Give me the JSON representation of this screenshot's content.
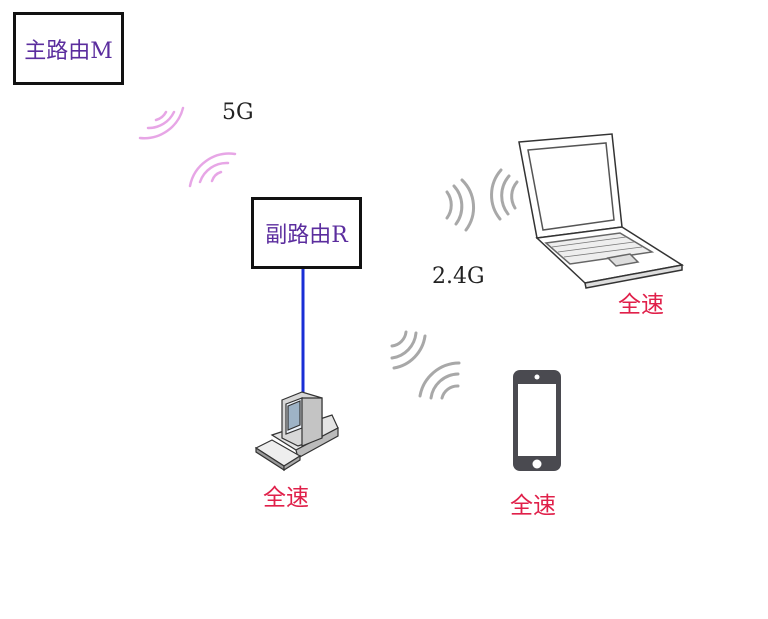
{
  "main_router": {
    "label": "主路由M"
  },
  "sub_router": {
    "label": "副路由R"
  },
  "bands": {
    "backhaul": "5G",
    "client": "2.4G"
  },
  "devices": {
    "desktop": {
      "speed_label": "全速"
    },
    "laptop": {
      "speed_label": "全速"
    },
    "phone": {
      "speed_label": "全速"
    }
  },
  "colors": {
    "router_text": "#5b2d9e",
    "speed_text": "#e0204a",
    "wired_link": "#1a2fd6",
    "wifi_5g": "#e7a6e6",
    "wifi_24g": "#a8a8a8"
  },
  "icons": [
    "wifi-signal-icon",
    "desktop-computer-icon",
    "laptop-icon",
    "smartphone-icon"
  ]
}
